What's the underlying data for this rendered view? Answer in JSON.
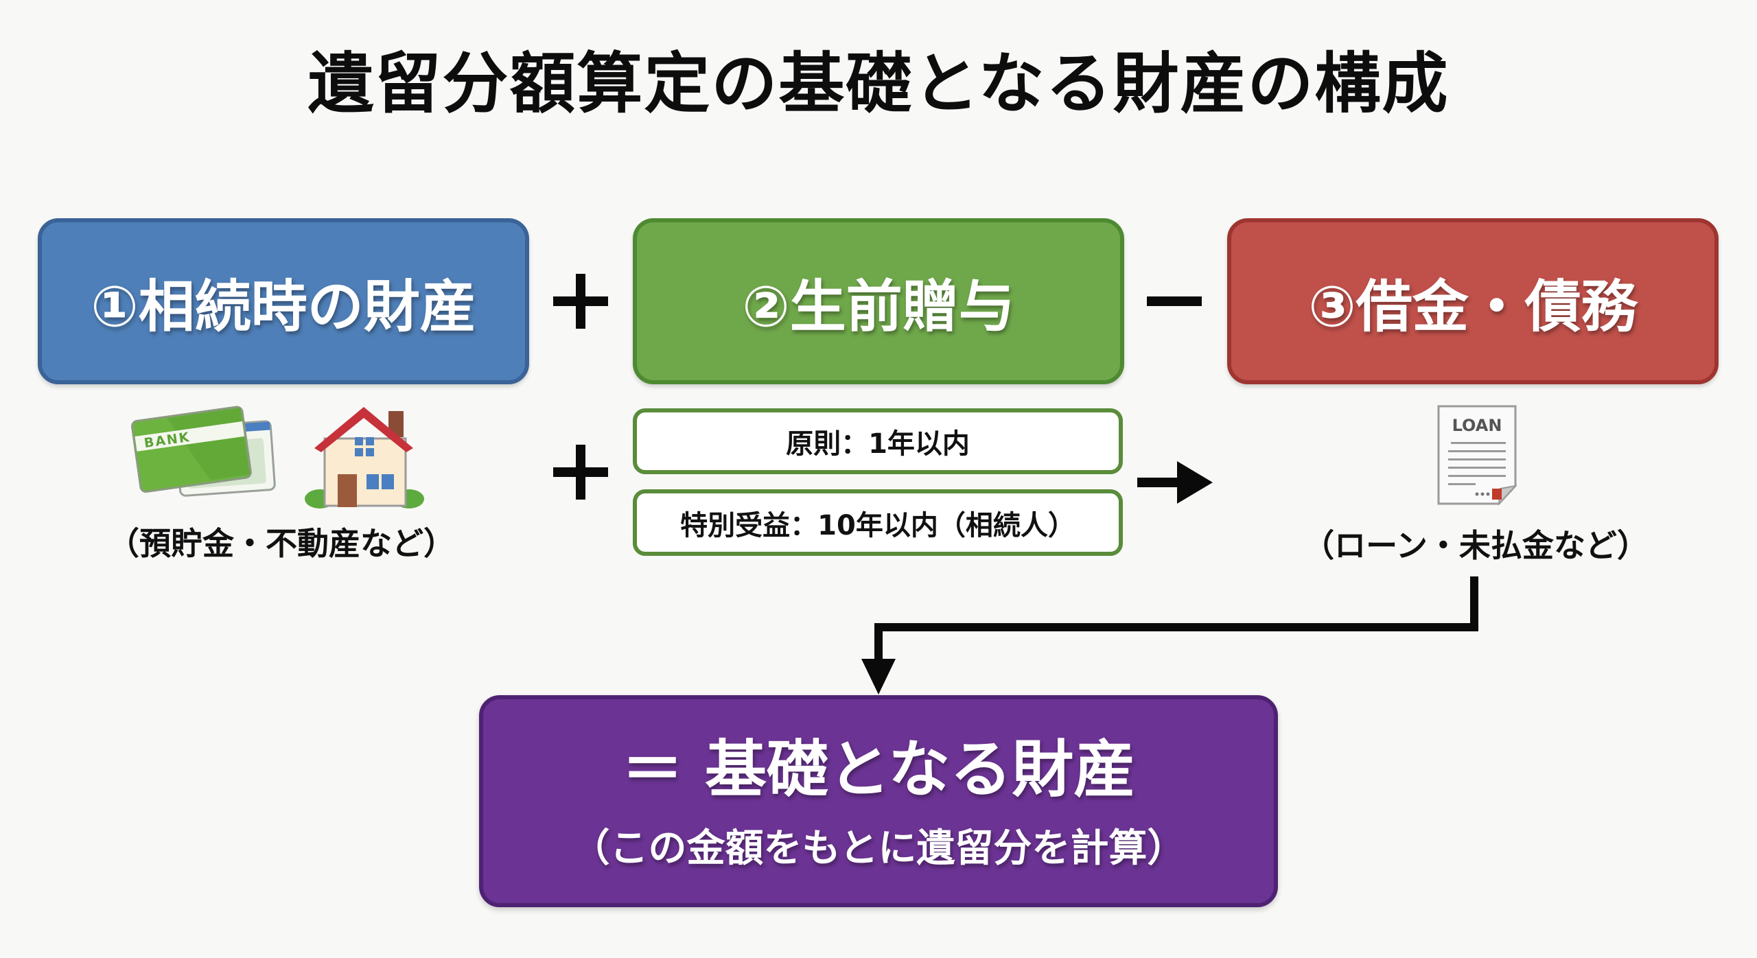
{
  "title": "遺留分額算定の基礎となる財産の構成",
  "components": [
    {
      "id": "inheritance-assets",
      "label": "①相続時の財産",
      "color": "#4F7FB8",
      "icons": [
        "bank-card-icon",
        "house-icon"
      ],
      "caption": "（預貯金・不動産など）"
    },
    {
      "id": "lifetime-gifts",
      "label": "②生前贈与",
      "color": "#6FA84A",
      "rules": [
        "原則：1年以内",
        "特別受益：10年以内（相続人）"
      ]
    },
    {
      "id": "debts",
      "label": "③借金・債務",
      "color": "#C0504A",
      "icons": [
        "loan-document-icon"
      ],
      "caption": "（ローン・未払金など）"
    }
  ],
  "operators": {
    "plus": "+",
    "minus": "−"
  },
  "icon_text": {
    "bank_card": "BANK",
    "loan_document": "LOAN"
  },
  "result": {
    "label": "＝ 基礎となる財産",
    "note": "（この金額をもとに遺留分を計算）",
    "color": "#6B3393"
  }
}
